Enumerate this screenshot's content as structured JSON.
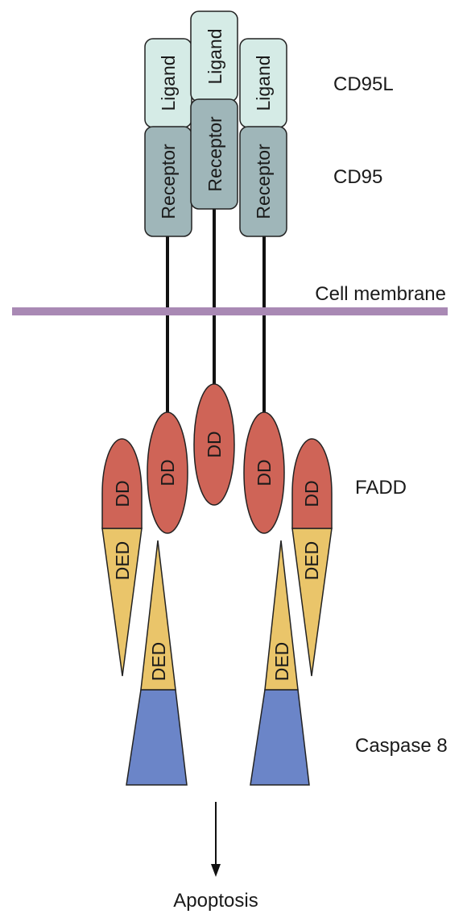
{
  "labels": {
    "ligand": "CD95L",
    "receptor": "CD95",
    "membrane": "Cell membrane",
    "fadd": "FADD",
    "caspase": "Caspase 8",
    "outcome": "Apoptosis"
  },
  "domains": {
    "ligand": "Ligand",
    "receptor": "Receptor",
    "dd": "DD",
    "ded": "DED"
  },
  "colors": {
    "ligand_fill": "#d5ebe6",
    "receptor_fill": "#9fb6b9",
    "membrane": "#a989b4",
    "dd_fill": "#cf6457",
    "ded_fill": "#eac56a",
    "caspase_fill": "#6b85c8"
  }
}
